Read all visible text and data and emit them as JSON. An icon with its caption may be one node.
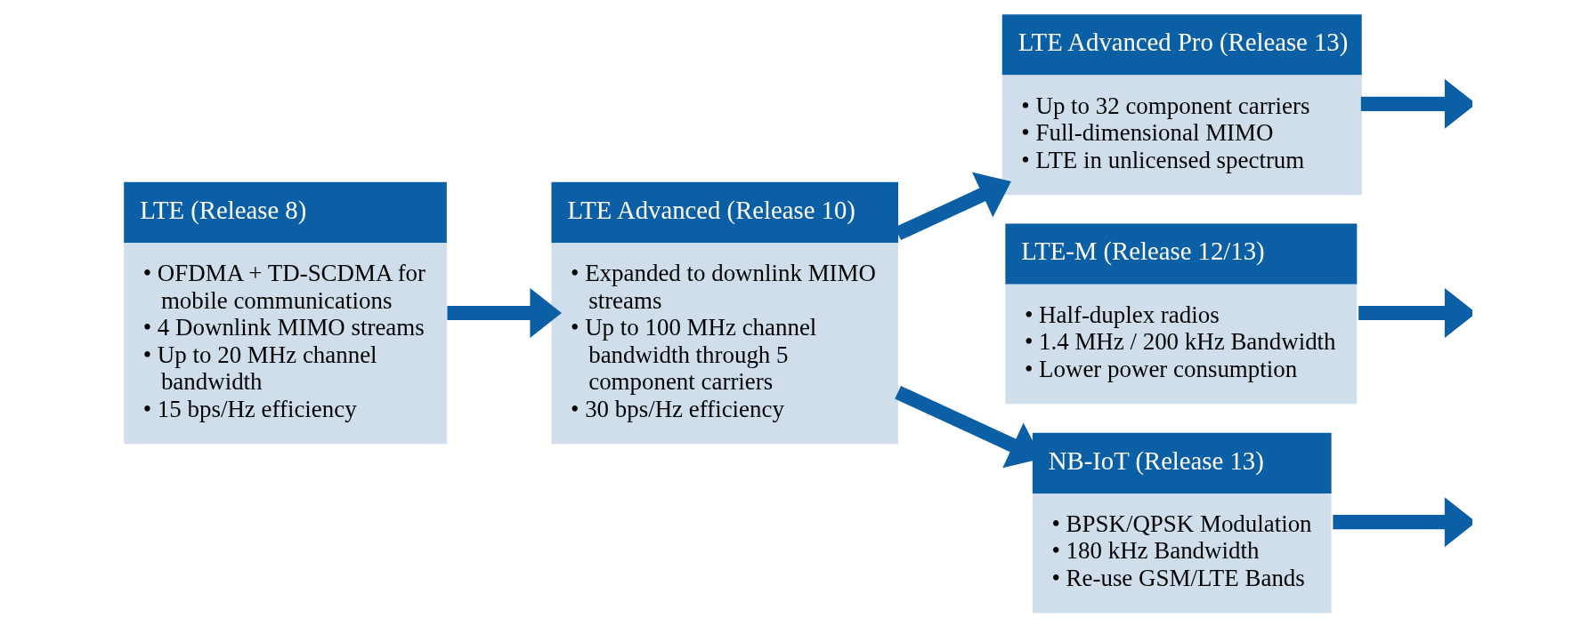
{
  "diagram": {
    "nodes": [
      {
        "text": [
          "LTE (Release 8)",
          "• OFDMA + TD-SCDMA for mobile communications",
          "• 4 Downlink MIMO streams",
          "• Up to 20 MHz channel bandwidth",
          "• 15 bps/Hz efficiency"
        ]
      },
      {
        "text": [
          "LTE Advanced (Release 10)",
          "• Expanded to downlink MIMO streams",
          "• Up to 100 MHz channel bandwidth through 5 component carriers",
          "• 30 bps/Hz efficiency"
        ]
      },
      {
        "text": [
          "LTE Advanced Pro (Release 13)",
          "• Up to 32 component carriers",
          "• Full-dimensional MIMO",
          "• LTE in unlicensed spectrum"
        ]
      },
      {
        "text": [
          "LTE-M (Release 12/13)",
          "• Half-duplex radios",
          "• 1.4 MHz / 200 kHz Bandwidth",
          "• Lower power consumption"
        ]
      },
      {
        "text": [
          "NB-IoT (Release 13)",
          "• BPSK/QPSK Modulation",
          "• 180 kHz Bandwidth",
          "• Re-use GSM/LTE Bands"
        ]
      }
    ],
    "edges": [
      {
        "from": 0,
        "to": 1,
        "arrow": "to"
      },
      {
        "from": 1,
        "to": 2,
        "arrow": "to"
      },
      {
        "from": 1,
        "to": 4,
        "arrow": "to"
      },
      {
        "from": 2,
        "to": null,
        "arrow": "to"
      },
      {
        "from": 3,
        "to": null,
        "arrow": "to"
      },
      {
        "from": 4,
        "to": null,
        "arrow": "to"
      }
    ]
  }
}
